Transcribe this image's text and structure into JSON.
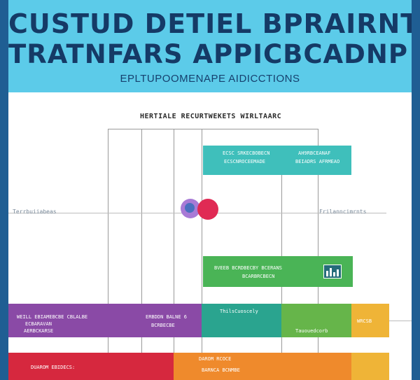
{
  "header": {
    "title_line1": "CUSTUD DETIEL BPRAIRNT",
    "title_line2": "TRATNFARS APPICBCADNP!",
    "subtitle": "EPLTUPOOMENAPE AIDICCTIONS",
    "background": "#5ccbe9",
    "text_color": "#153a66"
  },
  "diagram": {
    "title": "HERTIALE  RECURTWEKETS  WIRLTAARC",
    "left_label": "Terrbuiiabeas",
    "right_label": "Frilanncimrnts",
    "boxes": [
      {
        "id": "teal-top",
        "color": "#3fbfbb",
        "line1": "ECSC SRKECBOBECN",
        "line2": "ECSCNROCEEMADE",
        "line3": "AH9RBCEANAF",
        "line4": "BEIADRS AFRMEAO"
      },
      {
        "id": "green-mid",
        "color": "#4ab456",
        "line1": "BVEEB BCRDBECBY BCERANS",
        "line2": "BCARBRCBECN"
      },
      {
        "id": "purple-left",
        "color": "#8a4aa6",
        "line1": "WEILL EBIAMEBCBE CBLALBE",
        "line2": "ECBARAVAN",
        "line3": "AERBCKARSE"
      },
      {
        "id": "purple-mid",
        "color": "#8a4aa6",
        "line1": "ERBDDN BALNE 6",
        "line2": "BCRBECBE"
      },
      {
        "id": "teal-mid",
        "color": "#2aa48f",
        "line1": "ThilsCuoscely"
      },
      {
        "id": "green-right",
        "color": "#66b54a",
        "line1": "Tauouedcorb"
      },
      {
        "id": "yellow-right",
        "color": "#efb437",
        "line1": "WRCSB"
      },
      {
        "id": "red-left",
        "color": "#d6283e",
        "line1": "DUAROM EBIDECS:"
      },
      {
        "id": "orange-mid",
        "color": "#ef8a2c",
        "line1": "DAROM RCOCE",
        "line2": "BARNCA BCNMBE"
      }
    ]
  }
}
